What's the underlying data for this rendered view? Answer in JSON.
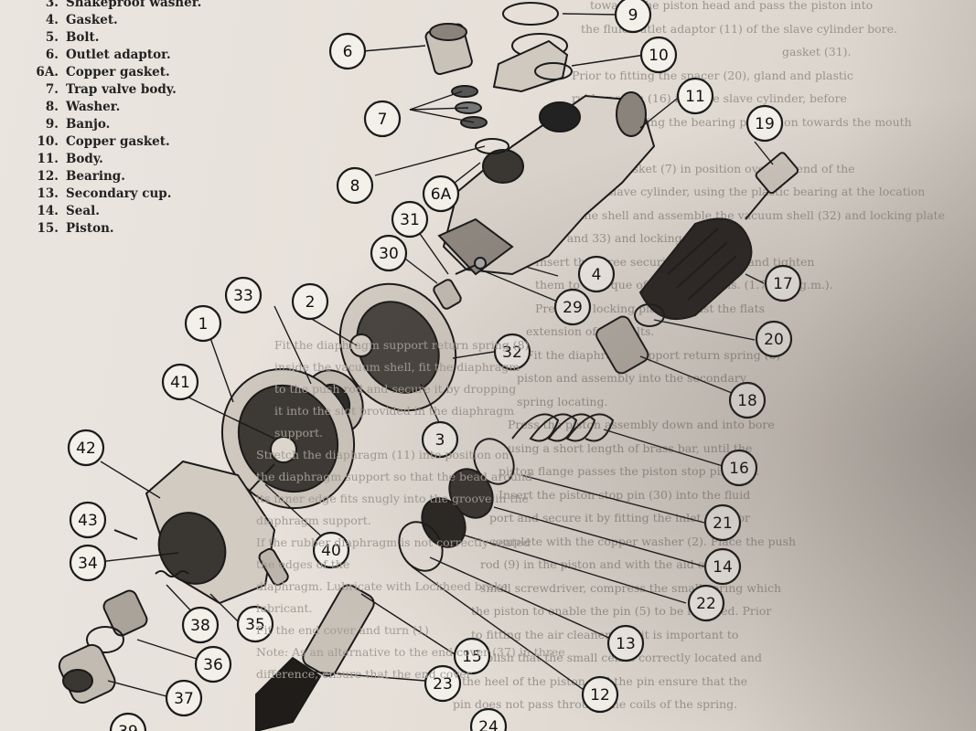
{
  "legend": [
    {
      "num": "3.",
      "label": "Shakeproof washer."
    },
    {
      "num": "4.",
      "label": "Gasket."
    },
    {
      "num": "5.",
      "label": "Bolt."
    },
    {
      "num": "6.",
      "label": "Outlet adaptor."
    },
    {
      "num": "6A.",
      "label": "Copper gasket."
    },
    {
      "num": "7.",
      "label": "Trap valve body."
    },
    {
      "num": "8.",
      "label": "Washer."
    },
    {
      "num": "9.",
      "label": "Banjo."
    },
    {
      "num": "10.",
      "label": "Copper gasket."
    },
    {
      "num": "11.",
      "label": "Body."
    },
    {
      "num": "12.",
      "label": "Bearing."
    },
    {
      "num": "13.",
      "label": "Secondary cup."
    },
    {
      "num": "14.",
      "label": "Seal."
    },
    {
      "num": "15.",
      "label": "Piston."
    }
  ],
  "background_text": [
    "towards the piston head and pass the piston into",
    "the fluid outlet adaptor (11) of the slave cylinder bore.",
    "gasket (31).",
    "Prior to fitting the spacer (20), gland and plastic",
    "rubber seals (16) into the slave cylinder, before",
    "with Lock leaving the bearing projection towards the mouth",
    "of the bore.",
    "Locate the gasket (7) in position over the end of the",
    "extension, slave cylinder, using the plastic bearing at the location",
    "using the shell and assemble the vacuum shell (32) and locking plate",
    "(32 and 33) and locking plate (1).",
    "Insert the three securing screws (2) and tighten",
    "them to a torque of 150-170 lb. ins. (1.7-1.9 kg.m.).",
    "Press the locking plate against the flats",
    "extension of the bolts.",
    "Fit the diaphragm support return spring (8)",
    "piston and assembly into the secondary",
    "spring locating.",
    "Press the piston assembly down and into bore",
    "using a short length of brass bar, until the",
    "piston flange passes the piston stop pin hole.",
    "Insert the piston stop pin (30) into the fluid",
    "port and secure it by fitting the inlet adaptor",
    "complete with the copper washer (2). Place the push",
    "rod (9) in the piston and with the aid of a",
    "small screwdriver, compress the small spring which",
    "the piston to enable the pin (5) to be inserted. Prior",
    "to fitting the air cleaner (40) it is important to",
    "establish that the small cell is correctly located and",
    "the heel of the piston and the pin ensure that the",
    "pin does not pass through the coils of the spring."
  ],
  "left_text": [
    "Fit the diaphragm support return spring (8)",
    "inside the vacuum shell, fit the diaphragm",
    "to the push rod and secure it by dropping",
    "it into the slot provided in the diaphragm",
    "support.",
    "Stretch the diaphragm (11) into position on",
    "the diaphragm support so that the bead around",
    "its inner edge fits snugly into the groove in the",
    "diaphragm support.",
    "If the rubber diaphragm is not correctly seated",
    "the edges of the",
    "diaphragm. Lubricate with Lockheed brake",
    "lubricant.",
    "Fit the end cover and turn (1)",
    "Note: As an alternative to the end cover (37) in three",
    "difference, ensure that the end cover"
  ],
  "callouts": [
    "1",
    "2",
    "3",
    "4",
    "6",
    "6A",
    "7",
    "8",
    "9",
    "10",
    "10",
    "11",
    "12",
    "13",
    "14",
    "15",
    "16",
    "17",
    "18",
    "19",
    "20",
    "21",
    "22",
    "23",
    "24",
    "29",
    "30",
    "31",
    "32",
    "33",
    "34",
    "35",
    "36",
    "37",
    "38",
    "39",
    "40",
    "41",
    "42",
    "43"
  ]
}
